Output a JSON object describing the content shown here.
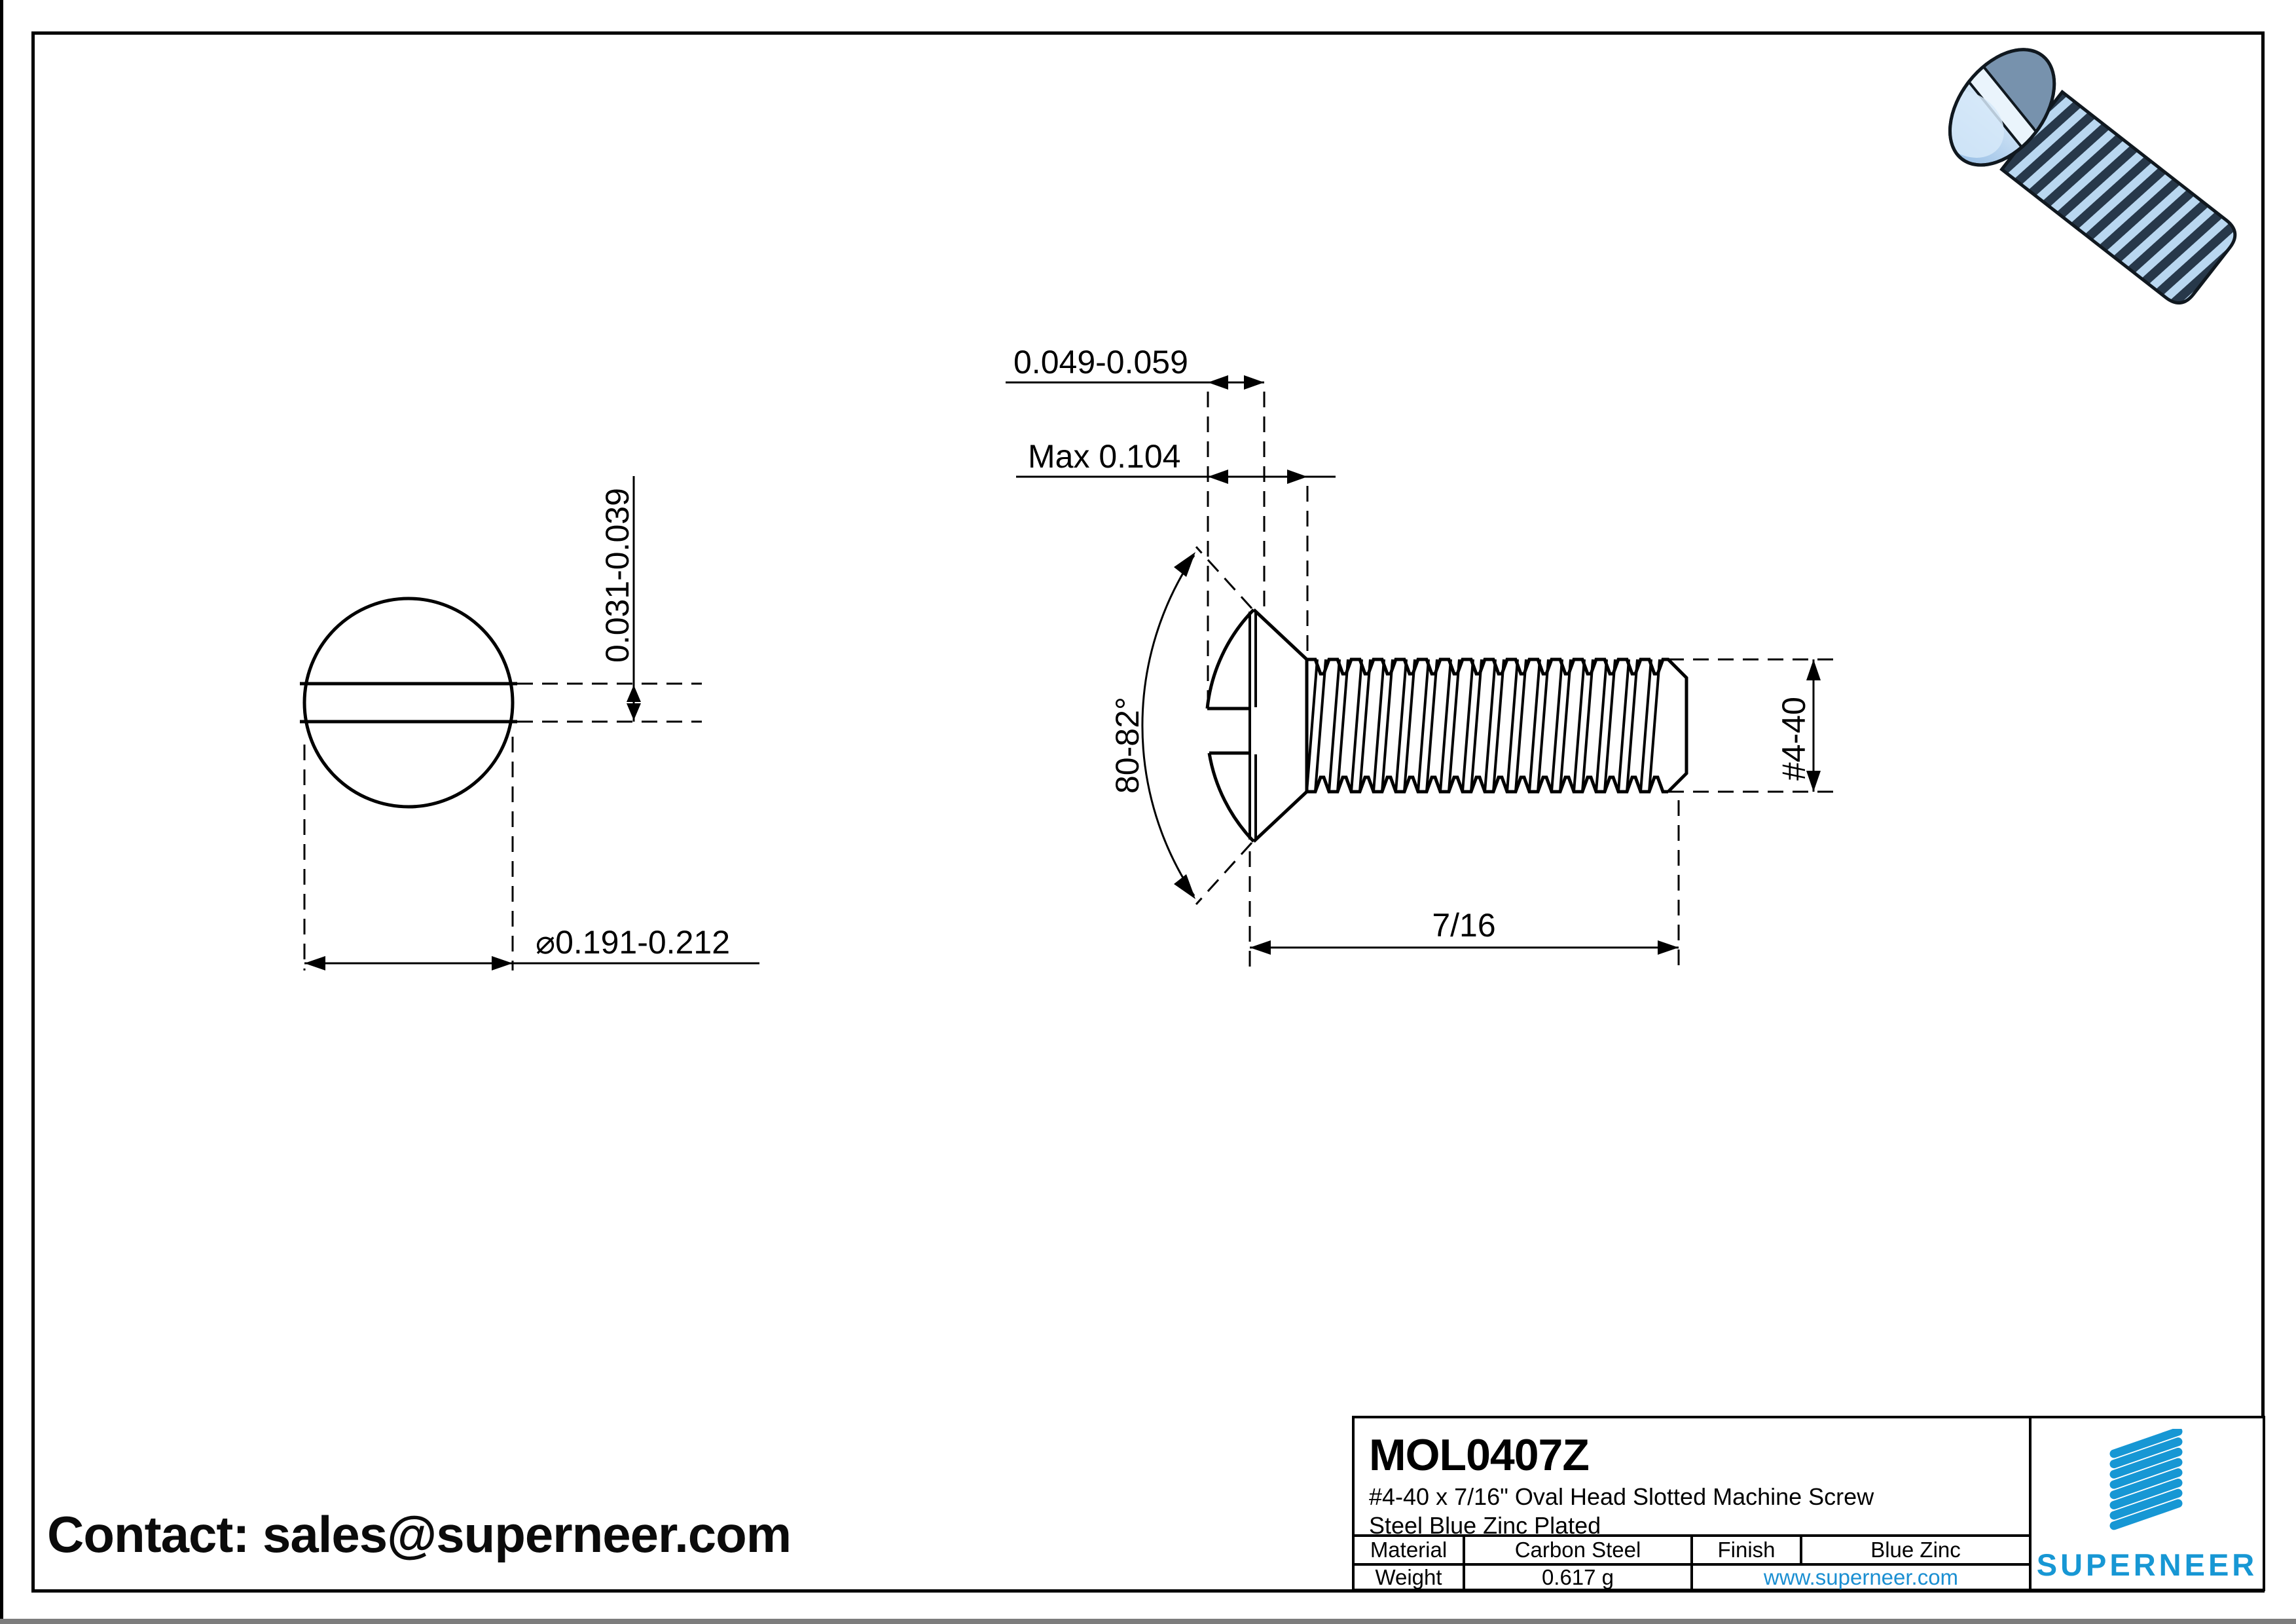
{
  "page": {
    "contact": "Contact: sales@superneer.com"
  },
  "drawing": {
    "front_view": {
      "slot_depth_dim": "0.031-0.039",
      "head_diameter_dim": "⌀0.191-0.212"
    },
    "side_view": {
      "slot_width_dim": "0.049-0.059",
      "head_height_dim": "Max 0.104",
      "head_angle_dim": "80-82°",
      "thread_size_dim": "#4-40",
      "length_dim": "7/16"
    }
  },
  "title_block": {
    "part_number": "MOL0407Z",
    "description_line1": "#4-40 x 7/16\" Oval Head Slotted Machine Screw",
    "description_line2": "Steel Blue Zinc Plated",
    "material_label": "Material",
    "material_value": "Carbon Steel",
    "finish_label": "Finish",
    "finish_value": "Blue Zinc",
    "weight_label": "Weight",
    "weight_value": "0.617 g",
    "website": "www.superneer.com",
    "brand": "SUPERNEER"
  },
  "colors": {
    "accent_blue": "#1797d4",
    "link_blue": "#1b8fd2",
    "line_black": "#000000"
  }
}
